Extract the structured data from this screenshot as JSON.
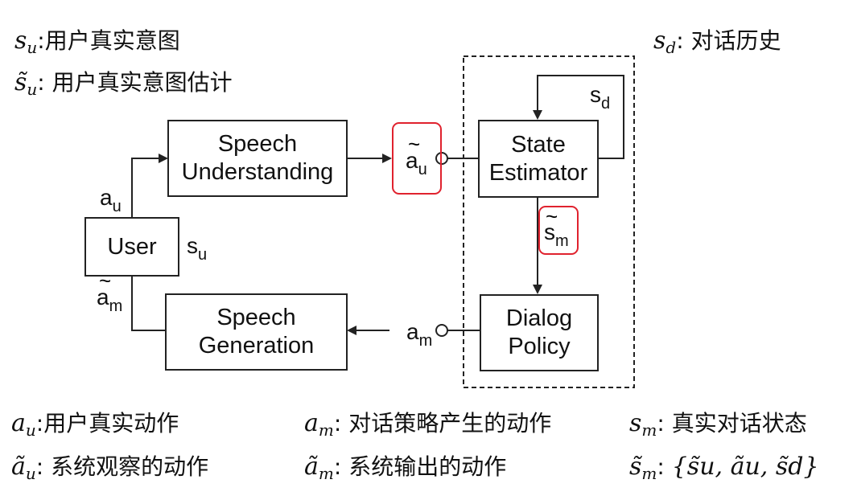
{
  "legend_top": {
    "su": {
      "sym": "s",
      "sub": "u",
      "sep": ":",
      "text": "用户真实意图"
    },
    "su_tilde": {
      "sym": "s̃",
      "sub": "u",
      "sep": ": ",
      "text": "用户真实意图估计"
    },
    "sd": {
      "sym": "s",
      "sub": "d",
      "sep": ": ",
      "text": "对话历史"
    }
  },
  "legend_bottom": {
    "au": {
      "sym": "a",
      "sub": "u",
      "sep": ":",
      "text": "用户真实动作"
    },
    "au_tilde": {
      "sym": "ã",
      "sub": "u",
      "sep": ": ",
      "text": "系统观察的动作"
    },
    "am": {
      "sym": "a",
      "sub": "m",
      "sep": ": ",
      "text": "对话策略产生的动作"
    },
    "am_tilde": {
      "sym": "ã",
      "sub": "m",
      "sep": ": ",
      "text": "系统输出的动作"
    },
    "sm": {
      "sym": "s",
      "sub": "m",
      "sep": ": ",
      "text": "真实对话状态"
    },
    "sm_tilde": {
      "sym": "s̃",
      "sub": "m",
      "sep": ": ",
      "text": "{s̃u, ãu, s̃d}"
    }
  },
  "boxes": {
    "speech_understanding": {
      "line1": "Speech",
      "line2": "Understanding"
    },
    "state_estimator": {
      "line1": "State",
      "line2": "Estimator"
    },
    "user": {
      "line1": "User"
    },
    "speech_generation": {
      "line1": "Speech",
      "line2": "Generation"
    },
    "dialog_policy": {
      "line1": "Dialog",
      "line2": "Policy"
    }
  },
  "labels": {
    "au": {
      "base": "a",
      "sub": "u"
    },
    "am_tilde": {
      "base": "a",
      "sub": "m",
      "tilde": "~"
    },
    "su": {
      "base": "s",
      "sub": "u"
    },
    "au_tilde": {
      "base": "a",
      "sub": "u",
      "tilde": "~"
    },
    "sd": {
      "base": "s",
      "sub": "d"
    },
    "sm_tilde": {
      "base": "s",
      "sub": "m",
      "tilde": "~"
    },
    "am": {
      "base": "a",
      "sub": "m"
    }
  },
  "colors": {
    "highlight": "#e0222e",
    "line": "#222222"
  }
}
